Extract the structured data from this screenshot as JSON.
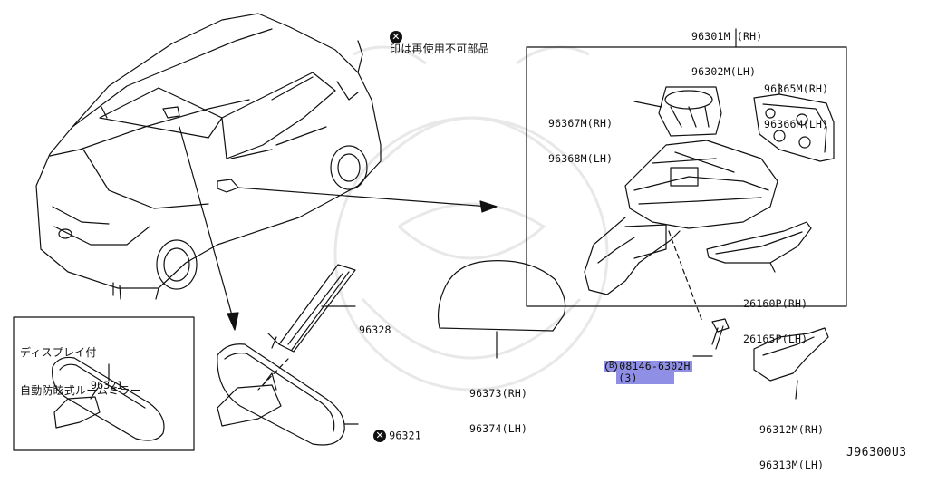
{
  "note": {
    "symbol": "✕",
    "text": "印は再使用不可部品"
  },
  "box_title": {
    "line1": "ディスプレイ付",
    "line2": "自動防眩式ルームミラー"
  },
  "parts": {
    "p96301": {
      "line1": "96301M (RH)",
      "line2": "96302M(LH)"
    },
    "p96365": {
      "line1": "96365M(RH)",
      "line2": "96366M(LH)"
    },
    "p96367": {
      "line1": "96367M(RH)",
      "line2": "96368M(LH)"
    },
    "p26160": {
      "line1": "26160P(RH)",
      "line2": "26165P(LH)"
    },
    "p96328": {
      "line1": "96328"
    },
    "p96321_box": {
      "line1": "96321"
    },
    "p96321_main": {
      "symbol": "✕",
      "line1": "96321"
    },
    "p96373": {
      "line1": "96373(RH)",
      "line2": "96374(LH)"
    },
    "p08146": {
      "symbol": "B",
      "line1": "08146-6302H",
      "line2": "(3)"
    },
    "p96312": {
      "line1": "96312M(RH)",
      "line2": "96313M(LH)"
    }
  },
  "diagram_code": "J96300U3",
  "colors": {
    "line": "#111111",
    "watermark": "#e6e6e6",
    "highlight": "#8f8fe6"
  }
}
